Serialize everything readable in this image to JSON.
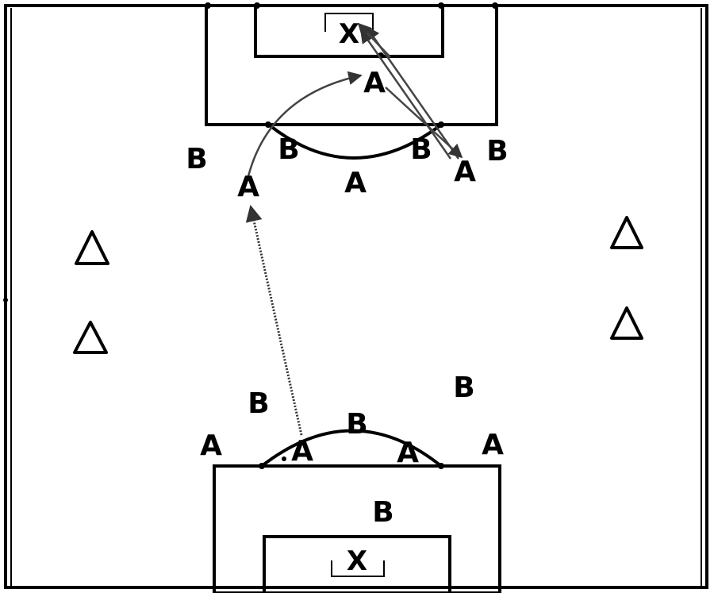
{
  "diagram": {
    "top_goal_label": "X",
    "bottom_goal_label": "X",
    "players": [
      {
        "id": "a-top-box",
        "team": "A"
      },
      {
        "id": "b-left-edge",
        "team": "B"
      },
      {
        "id": "b-right-edge",
        "team": "B"
      },
      {
        "id": "b-far-left",
        "team": "B"
      },
      {
        "id": "b-far-right",
        "team": "B"
      },
      {
        "id": "a-right-edge",
        "team": "A"
      },
      {
        "id": "a-left-forward",
        "team": "A"
      },
      {
        "id": "a-center-top",
        "team": "A"
      },
      {
        "id": "b-mid-left",
        "team": "B"
      },
      {
        "id": "b-mid-right",
        "team": "B"
      },
      {
        "id": "a-bottom-far-left",
        "team": "A"
      },
      {
        "id": "a-bottom-arc-left",
        "team": "A"
      },
      {
        "id": "b-bottom-arc-center",
        "team": "B"
      },
      {
        "id": "a-bottom-arc-right",
        "team": "A"
      },
      {
        "id": "a-bottom-far-right",
        "team": "A"
      },
      {
        "id": "b-bottom-box",
        "team": "B"
      }
    ],
    "cones": [
      "left-upper",
      "left-lower",
      "right-upper",
      "right-lower"
    ]
  }
}
